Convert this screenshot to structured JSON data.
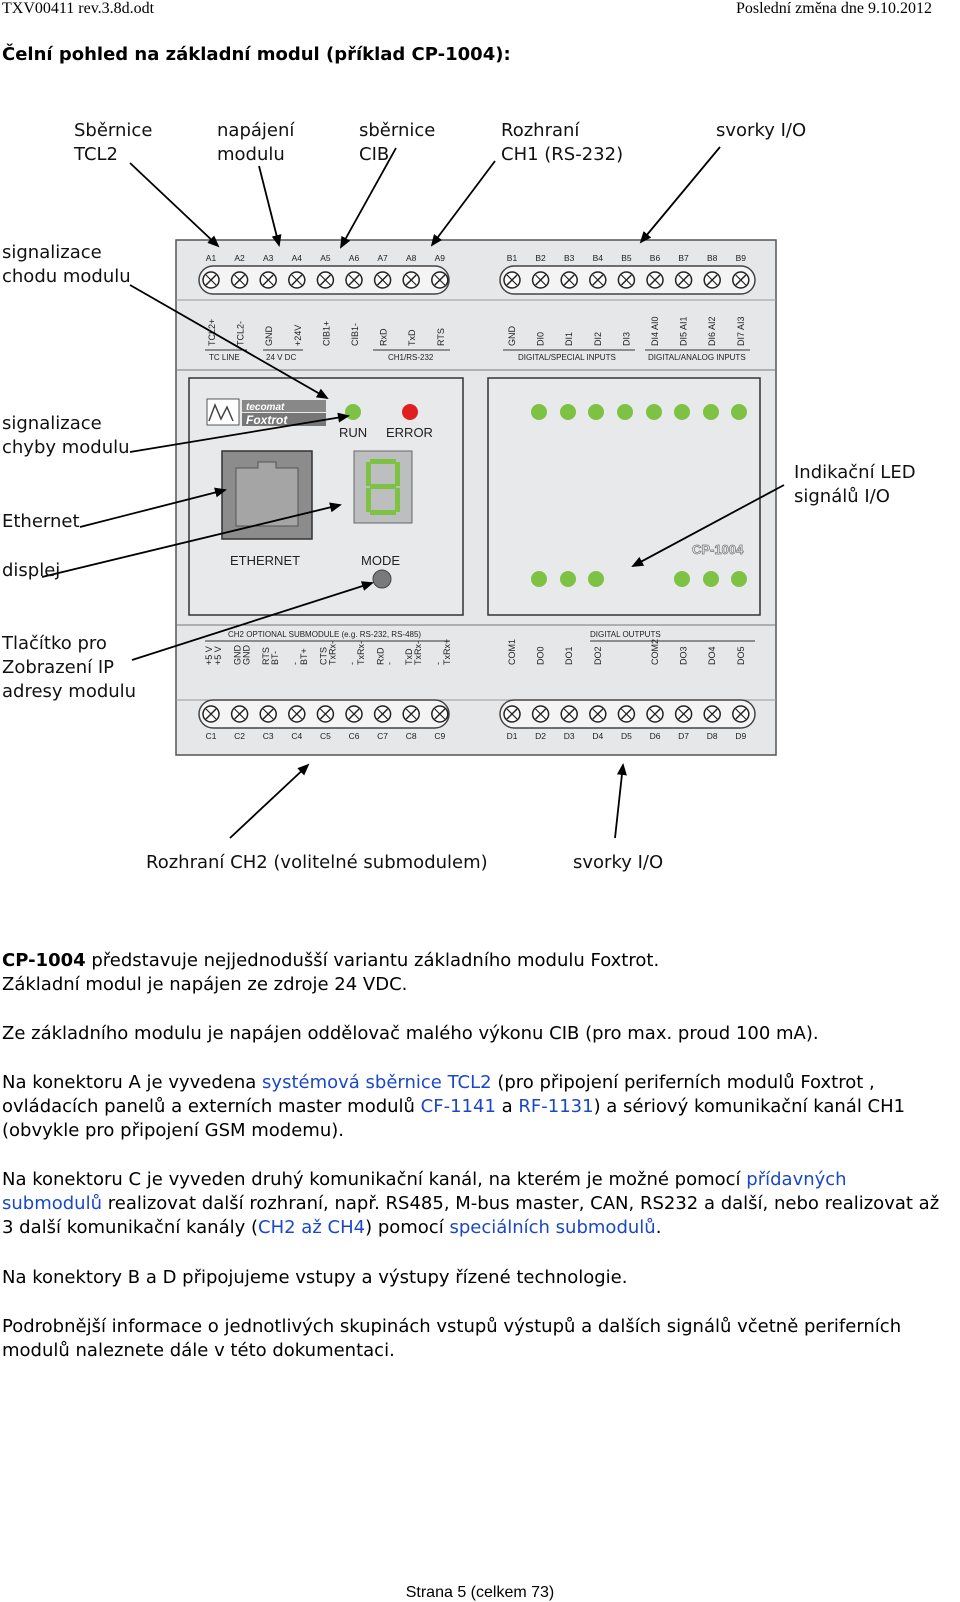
{
  "header": {
    "left": "TXV00411 rev.3.8d.odt",
    "right": "Poslední změna dne 9.10.2012"
  },
  "title": "Čelní pohled na základní modul (příklad CP-1004):",
  "callouts": {
    "bus_tcl2": "Sběrnice\nTCL2",
    "power": "napájení\nmodulu",
    "bus_cib": "sběrnice\nCIB",
    "ch1": "Rozhraní\nCH1 (RS-232)",
    "io_top": "svorky I/O",
    "run_led": "signalizace\nchodu modulu",
    "error_led": "signalizace\nchyby modulu",
    "ethernet": "Ethernet",
    "display": "displej",
    "io_led": "Indikační  LED\nsignálů I/O",
    "button": "Tlačítko pro\nZobrazení IP\nadresy modulu",
    "ch2": "Rozhraní CH2 (volitelné submodulem)",
    "io_bottom": "svorky I/O"
  },
  "module": {
    "brand_top": "tecomat",
    "brand_bottom": "Foxtrot",
    "model": "CP-1004",
    "run": "RUN",
    "error": "ERROR",
    "ethernet": "ETHERNET",
    "mode": "MODE",
    "display_digit": "8",
    "a_terminals": [
      "A1",
      "A2",
      "A3",
      "A4",
      "A5",
      "A6",
      "A7",
      "A8",
      "A9"
    ],
    "b_terminals": [
      "B1",
      "B2",
      "B3",
      "B4",
      "B5",
      "B6",
      "B7",
      "B8",
      "B9"
    ],
    "c_terminals": [
      "C1",
      "C2",
      "C3",
      "C4",
      "C5",
      "C6",
      "C7",
      "C8",
      "C9"
    ],
    "d_terminals": [
      "D1",
      "D2",
      "D3",
      "D4",
      "D5",
      "D6",
      "D7",
      "D8",
      "D9"
    ],
    "a_signals": [
      "TCL2+",
      "TCL2-",
      "GND",
      "+24V",
      "CIB1+",
      "CIB1-",
      "RxD",
      "TxD",
      "RTS"
    ],
    "a_groups": [
      "TC LINE",
      "24 V DC",
      "CH1/RS-232"
    ],
    "b_signals": [
      "GND",
      "DI0",
      "DI1",
      "DI2",
      "DI3",
      "DI4 AI0",
      "DI5 AI1",
      "DI6 AI2",
      "DI7 AI3"
    ],
    "b_groups": [
      "DIGITAL/SPECIAL INPUTS",
      "DIGITAL/ANALOG INPUTS"
    ],
    "c_header": "CH2 OPTIONAL SUBMODULE (e.g. RS-232, RS-485)",
    "c_signals": [
      "+5 V",
      "GND",
      "RTS",
      "-",
      "CTS",
      "-",
      "RxD",
      "TxD",
      "-"
    ],
    "c_sub": [
      "+5 V",
      "GND",
      "BT-",
      "BT+",
      "TxRx-",
      "TxRx-",
      "-",
      "TxRx-",
      "TxRx+"
    ],
    "d_header": "DIGITAL OUTPUTS",
    "d_signals": [
      "COM1",
      "DO0",
      "DO1",
      "DO2",
      "",
      "COM2",
      "DO3",
      "DO4",
      "DO5"
    ]
  },
  "paragraphs": {
    "p1_bold": "CP-1004",
    "p1_rest": " představuje nejjednodušší variantu základního modulu Foxtrot.",
    "p1_line2": "Základní modul je napájen ze zdroje 24 VDC.",
    "p2": "Ze základního modulu je napájen oddělovač malého výkonu CIB (pro max. proud 100 mA).",
    "p3_a": "Na konektoru A je vyvedena ",
    "p3_link1": "systémová sběrnice TCL2",
    "p3_b": " (pro připojení periferních modulů Foxtrot , ovládacích panelů a externích master modulů ",
    "p3_link2": "CF-1141",
    "p3_c": " a ",
    "p3_link3": "RF-1131",
    "p3_d": ") a sériový komunikační kanál CH1 (obvykle pro připojení GSM modemu).",
    "p4_a": "Na konektoru C je vyveden druhý komunikační kanál, na kterém je možné pomocí ",
    "p4_link1": "přídavných submodulů",
    "p4_b": " realizovat další rozhraní, např. RS485, M-bus master, CAN, RS232 a další, nebo realizovat až 3 další komunikační kanály (",
    "p4_link2": "CH2 až CH4",
    "p4_c": ") pomocí ",
    "p4_link3": "speciálních submodulů",
    "p4_d": ".",
    "p5": "Na konektory B a D připojujeme vstupy a výstupy řízené technologie.",
    "p6": "Podrobnější informace o jednotlivých skupinách vstupů výstupů a dalších signálů včetně periferních modulů naleznete dále v této dokumentaci."
  },
  "footer": "Strana 5 (celkem 73)",
  "colors": {
    "led_green": "#7dc242",
    "led_red": "#e02020",
    "link": "#1a47c8",
    "panel": "#e6e7e8"
  }
}
